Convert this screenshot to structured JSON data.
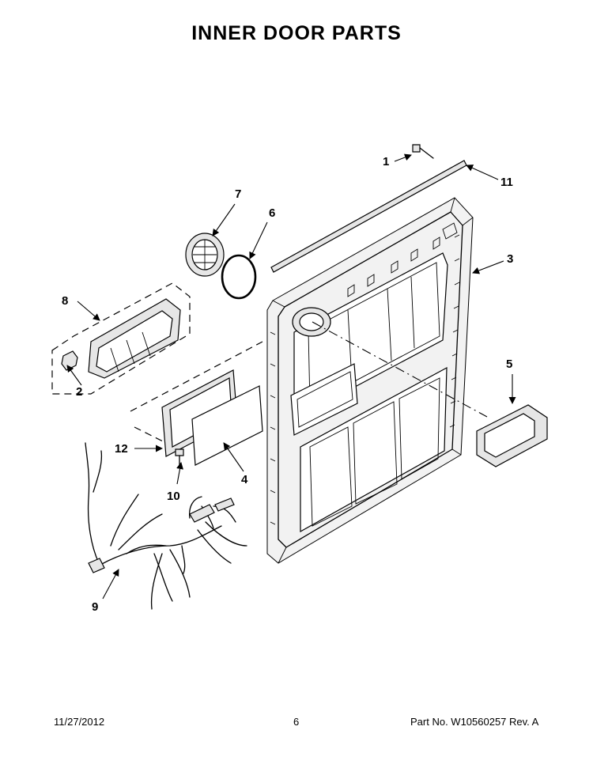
{
  "title": "INNER DOOR PARTS",
  "callouts": [
    {
      "id": "1",
      "label": "1"
    },
    {
      "id": "2",
      "label": "2"
    },
    {
      "id": "3",
      "label": "3"
    },
    {
      "id": "4",
      "label": "4"
    },
    {
      "id": "5",
      "label": "5"
    },
    {
      "id": "6",
      "label": "6"
    },
    {
      "id": "7",
      "label": "7"
    },
    {
      "id": "8",
      "label": "8"
    },
    {
      "id": "9",
      "label": "9"
    },
    {
      "id": "10",
      "label": "10"
    },
    {
      "id": "11",
      "label": "11"
    },
    {
      "id": "12",
      "label": "12"
    }
  ],
  "footer": {
    "date": "11/27/2012",
    "page": "6",
    "part_no": "Part No.  W10560257  Rev.  A"
  }
}
